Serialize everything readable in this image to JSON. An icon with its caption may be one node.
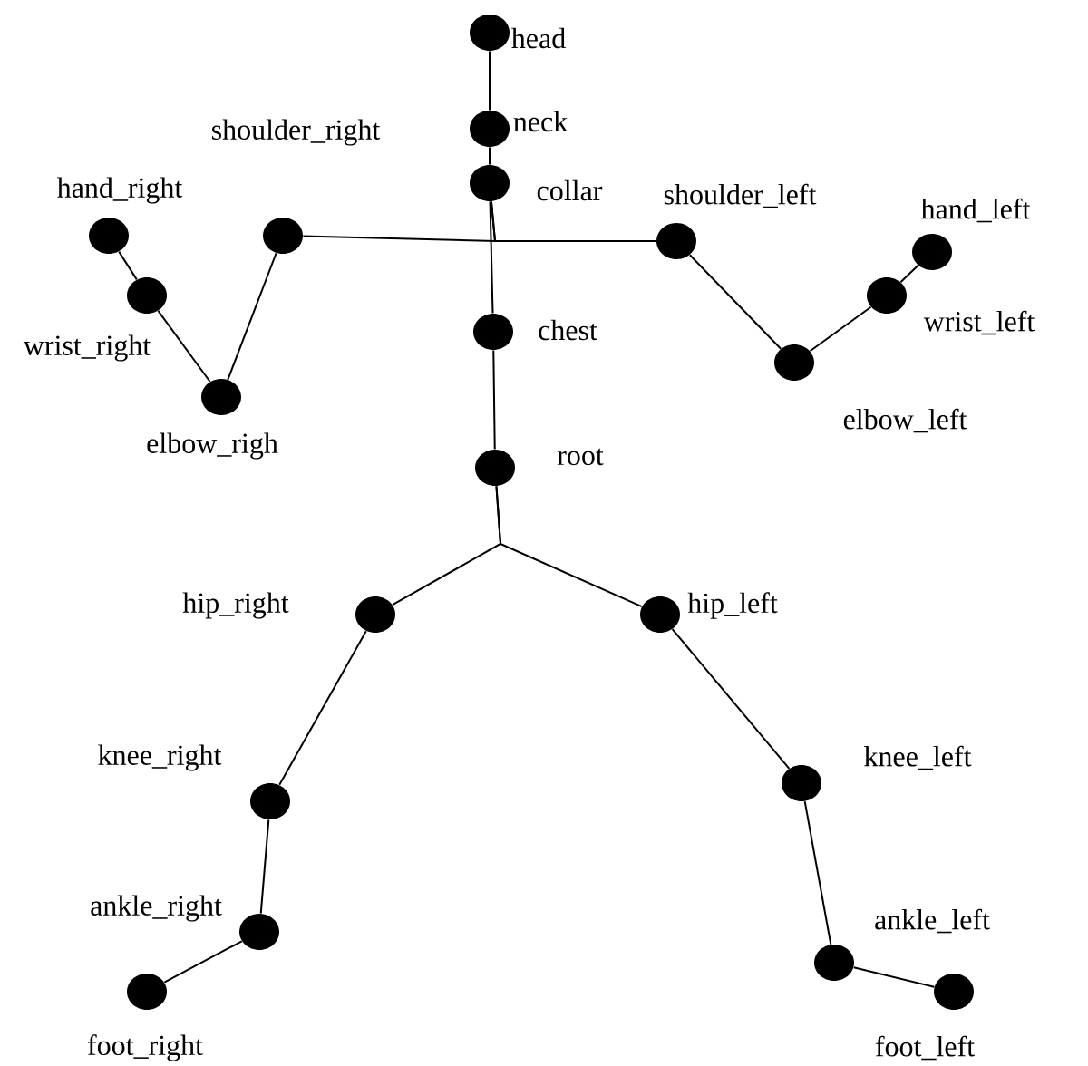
{
  "diagram": {
    "nodes": [
      {
        "text": [],
        "shape": "circle",
        "beside": [
          "head"
        ]
      },
      {
        "text": [],
        "shape": "circle",
        "beside": [
          "neck"
        ]
      },
      {
        "text": [],
        "shape": "circle",
        "beside": [
          "collar"
        ]
      },
      {
        "text": [],
        "shape": "circle",
        "beside": [
          "shoulder_right"
        ]
      },
      {
        "text": [],
        "shape": "circle",
        "beside": [
          "shoulder_left"
        ]
      },
      {
        "text": [],
        "shape": "circle",
        "beside": [
          "hand_right"
        ]
      },
      {
        "text": [],
        "shape": "circle",
        "beside": [
          "hand_left"
        ]
      },
      {
        "text": [],
        "shape": "circle",
        "beside": [
          "wrist_right"
        ]
      },
      {
        "text": [],
        "shape": "circle",
        "beside": [
          "wrist_left"
        ]
      },
      {
        "text": [],
        "shape": "circle",
        "beside": [
          "elbow_righ"
        ]
      },
      {
        "text": [],
        "shape": "circle",
        "beside": [
          "elbow_left"
        ]
      },
      {
        "text": [],
        "shape": "circle",
        "beside": [
          "chest"
        ]
      },
      {
        "text": [],
        "shape": "circle",
        "beside": [
          "root"
        ]
      },
      {
        "text": [],
        "shape": "circle",
        "beside": [
          "hip_right"
        ]
      },
      {
        "text": [],
        "shape": "circle",
        "beside": [
          "hip_left"
        ]
      },
      {
        "text": [],
        "shape": "circle",
        "beside": [
          "knee_right"
        ]
      },
      {
        "text": [],
        "shape": "circle",
        "beside": [
          "knee_left"
        ]
      },
      {
        "text": [],
        "shape": "circle",
        "beside": [
          "ankle_right"
        ]
      },
      {
        "text": [],
        "shape": "circle",
        "beside": [
          "ankle_left"
        ]
      },
      {
        "text": [],
        "shape": "circle",
        "beside": [
          "foot_right"
        ]
      },
      {
        "text": [],
        "shape": "circle",
        "beside": [
          "foot_left"
        ]
      }
    ],
    "edges": [
      {
        "from": 0,
        "to": 1,
        "arrow": "none"
      },
      {
        "from": 1,
        "to": 2,
        "arrow": "none"
      },
      {
        "from": 2,
        "to": 11,
        "arrow": "none"
      },
      {
        "from": 11,
        "to": 12,
        "arrow": "none"
      },
      {
        "from": 2,
        "to": 3,
        "arrow": "none"
      },
      {
        "from": 2,
        "to": 4,
        "arrow": "none"
      },
      {
        "from": 3,
        "to": 9,
        "arrow": "none"
      },
      {
        "from": 9,
        "to": 7,
        "arrow": "none"
      },
      {
        "from": 7,
        "to": 5,
        "arrow": "none"
      },
      {
        "from": 4,
        "to": 10,
        "arrow": "none"
      },
      {
        "from": 10,
        "to": 8,
        "arrow": "none"
      },
      {
        "from": 8,
        "to": 6,
        "arrow": "none"
      },
      {
        "from": 12,
        "to": 13,
        "arrow": "none"
      },
      {
        "from": 12,
        "to": 14,
        "arrow": "none"
      },
      {
        "from": 13,
        "to": 15,
        "arrow": "none"
      },
      {
        "from": 15,
        "to": 17,
        "arrow": "none"
      },
      {
        "from": 17,
        "to": 19,
        "arrow": "none"
      },
      {
        "from": 14,
        "to": 16,
        "arrow": "none"
      },
      {
        "from": 16,
        "to": 18,
        "arrow": "none"
      },
      {
        "from": 18,
        "to": 20,
        "arrow": "none"
      }
    ]
  }
}
